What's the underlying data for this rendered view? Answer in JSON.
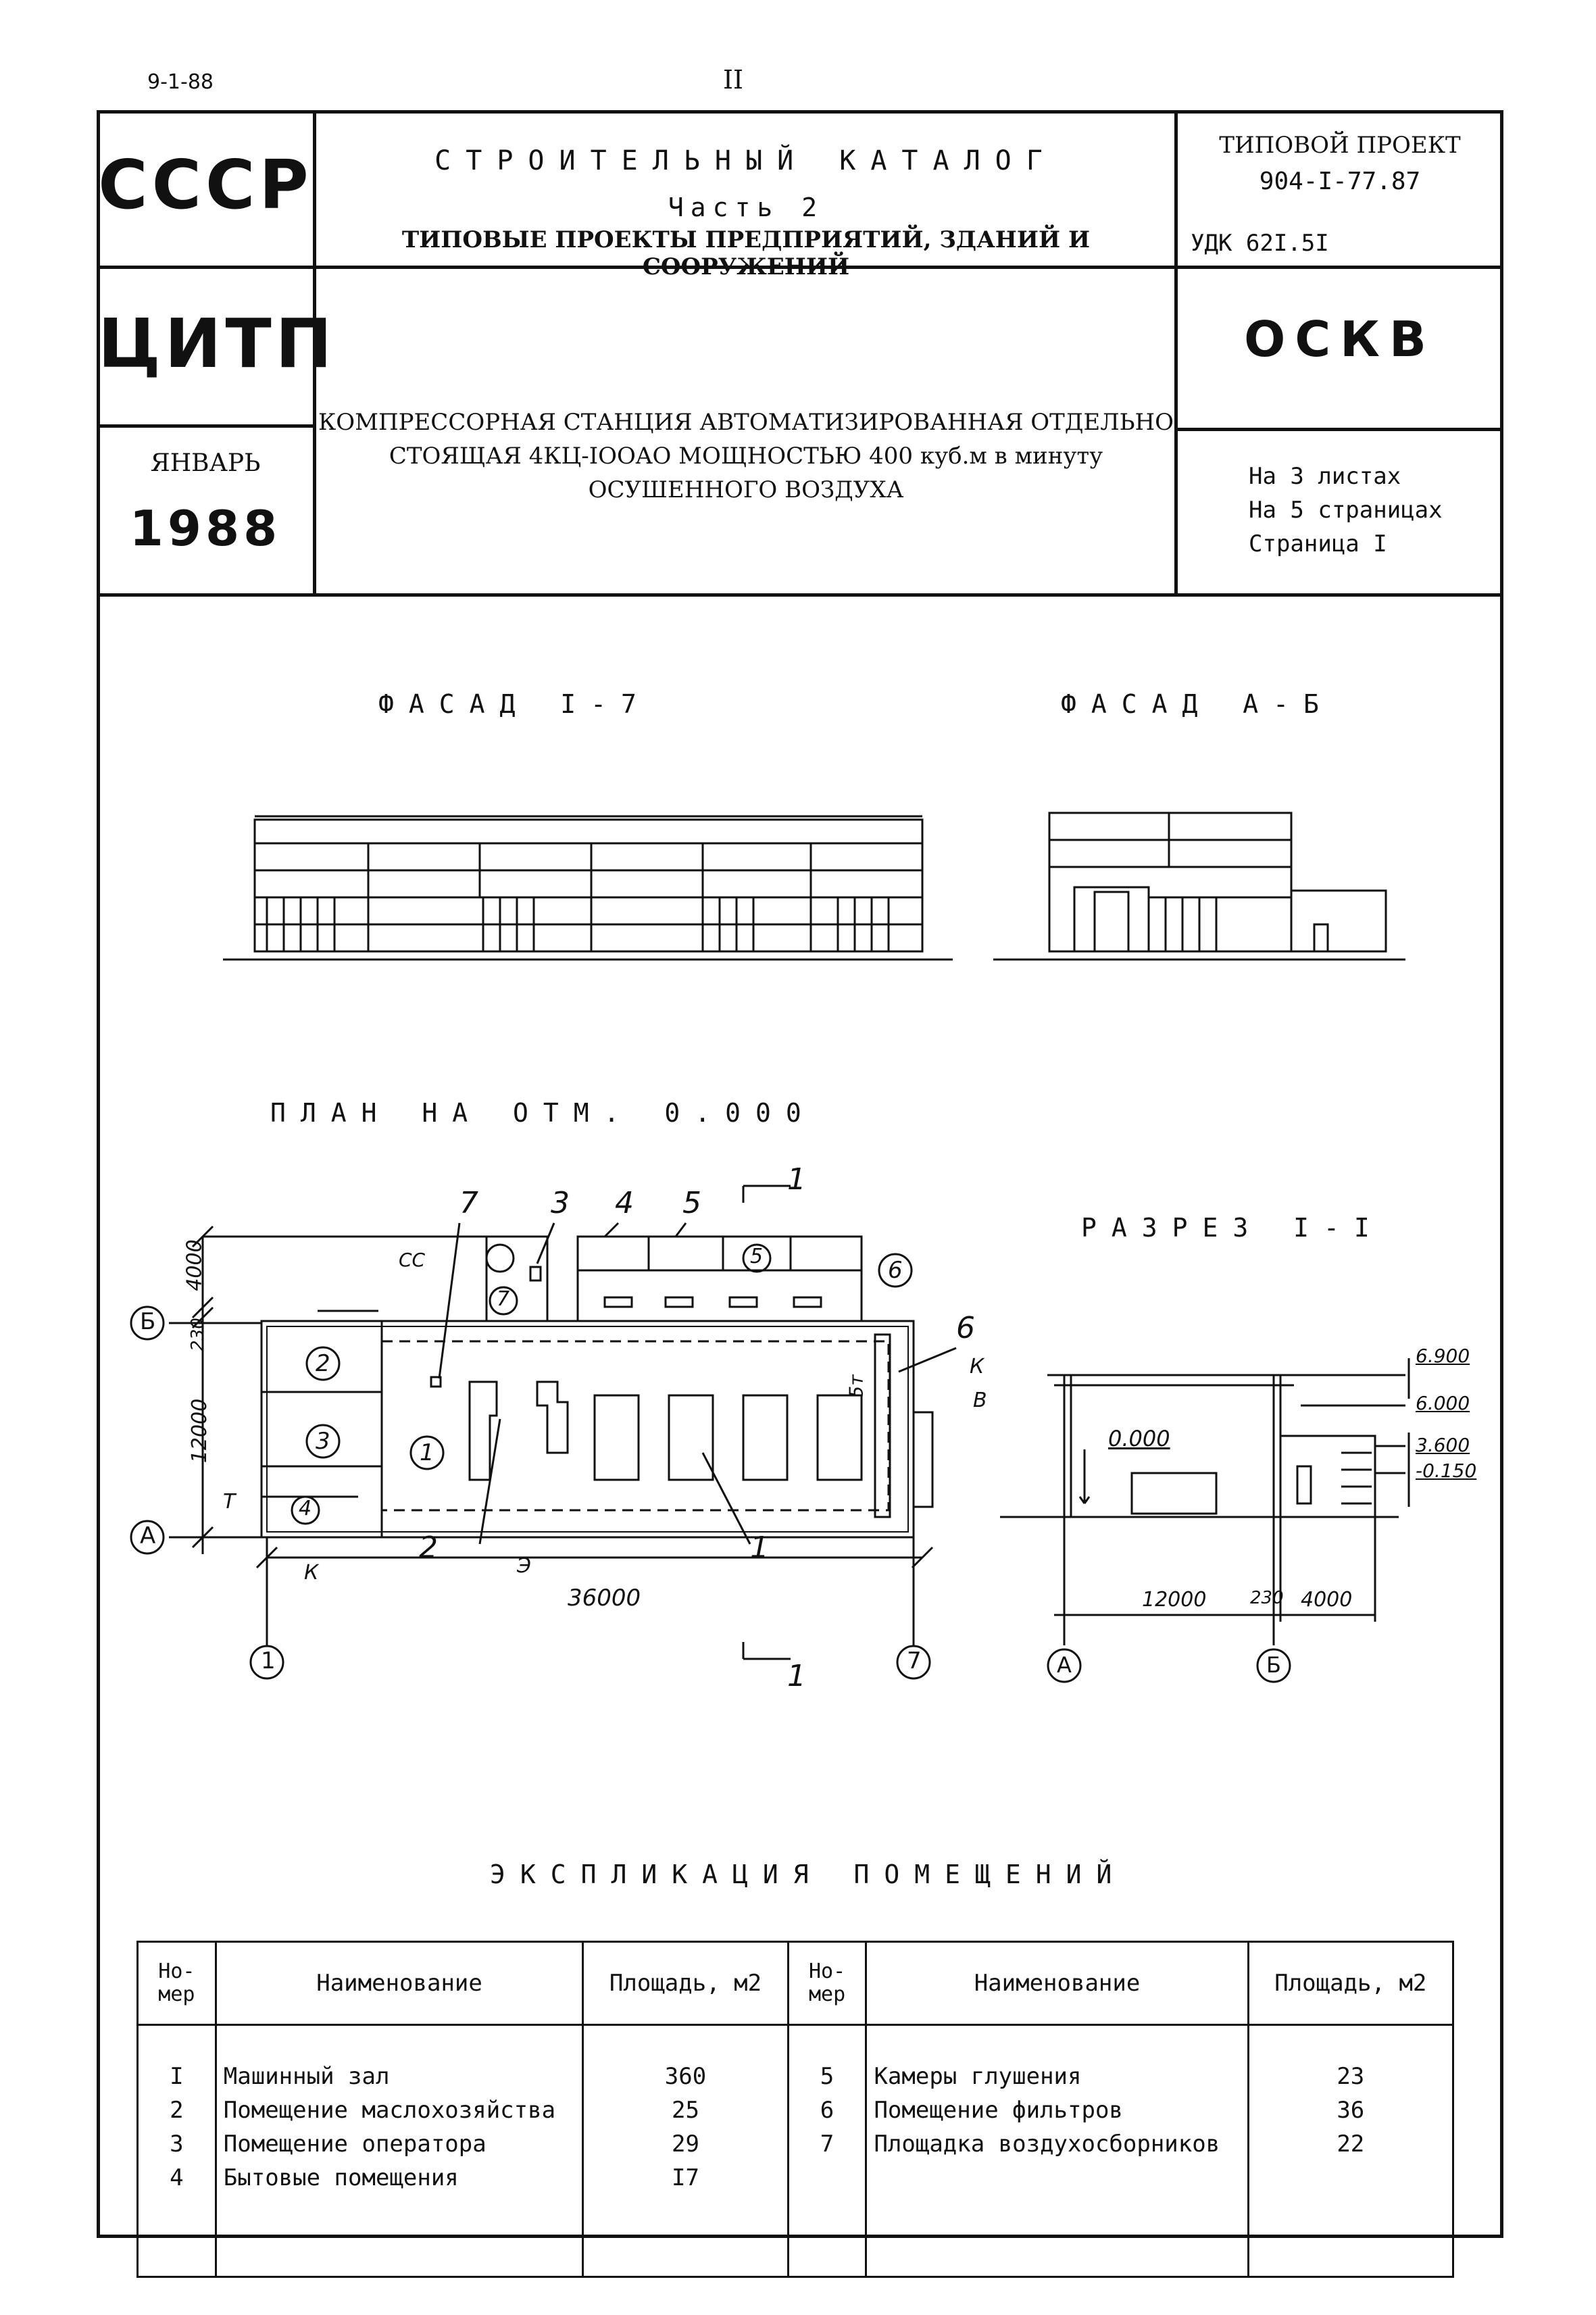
{
  "top": {
    "doc_code": "9-1-88",
    "page_num": "II"
  },
  "header": {
    "org1": "СССР",
    "org2": "ЦИТП",
    "month": "ЯНВАРЬ",
    "year": "1988",
    "catalog_title": "СТРОИТЕЛЬНЫЙ КАТАЛОГ",
    "part": "Часть 2",
    "section": "ТИПОВЫЕ ПРОЕКТЫ ПРЕДПРИЯТИЙ, ЗДАНИЙ И СООРУЖЕНИЙ",
    "project_label": "ТИПОВОЙ ПРОЕКТ",
    "project_number": "904-I-77.87",
    "udk": "УДК 62I.5I",
    "code": "ОСКВ",
    "title_line1": "КОМПРЕССОРНАЯ СТАНЦИЯ АВТОМАТИЗИРОВАННАЯ ОТДЕЛЬНО",
    "title_line2": "СТОЯЩАЯ 4КЦ-IOOAO МОЩНОСТЬЮ 400 куб.м в минуту",
    "title_line3": "ОСУШЕННОГО ВОЗДУХА",
    "sheets": "На 3 листах",
    "pages": "На 5 страницах",
    "page": "Страница I"
  },
  "drawings": {
    "facade1_title": "ФАСАД I-7",
    "facade2_title": "ФАСАД А-Б",
    "plan_title": "ПЛАН НА ОТМ. 0.000",
    "section_title": "РАЗРЕЗ I-I",
    "plan_labels": {
      "dim_4000": "4000",
      "dim_230": "230",
      "dim_12000": "12000",
      "dim_36000": "36000",
      "axis_b": "Б",
      "axis_a": "А",
      "axis_1": "1",
      "axis_7": "7",
      "cut": "1",
      "cc": "СС",
      "t": "Т",
      "k": "К",
      "e": "Э",
      "v": "В",
      "k2": "К",
      "crane": "5т",
      "r1": "1",
      "r2": "2",
      "r3": "3",
      "r4": "4",
      "r5": "5",
      "r6": "6",
      "r7": "7",
      "c1": "1",
      "c2": "2",
      "c3": "3",
      "c4": "4",
      "c5": "5",
      "c6": "6",
      "c7": "7",
      "c6b": "6"
    },
    "section_labels": {
      "e6900": "6.900",
      "e6000": "6.000",
      "e3600": "3.600",
      "em0150": "-0.150",
      "e0000": "0.000",
      "d12000": "12000",
      "d230": "230",
      "d4000": "4000",
      "axis_a": "А",
      "axis_b": "Б"
    }
  },
  "explication": {
    "title": "ЭКСПЛИКАЦИЯ ПОМЕЩЕНИЙ",
    "h_num": "Но-\nмер",
    "h_name": "Наименование",
    "h_area": "Площадь, м2",
    "left": [
      {
        "num": "I",
        "name": "Машинный зал",
        "area": "360"
      },
      {
        "num": "2",
        "name": "Помещение маслохозяйства",
        "area": "25"
      },
      {
        "num": "3",
        "name": "Помещение оператора",
        "area": "29"
      },
      {
        "num": "4",
        "name": "Бытовые помещения",
        "area": "I7"
      }
    ],
    "right": [
      {
        "num": "5",
        "name": "Камеры глушения",
        "area": "23"
      },
      {
        "num": "6",
        "name": "Помещение фильтров",
        "area": "36"
      },
      {
        "num": "7",
        "name": "Площадка воздухосборников",
        "area": "22"
      }
    ]
  }
}
